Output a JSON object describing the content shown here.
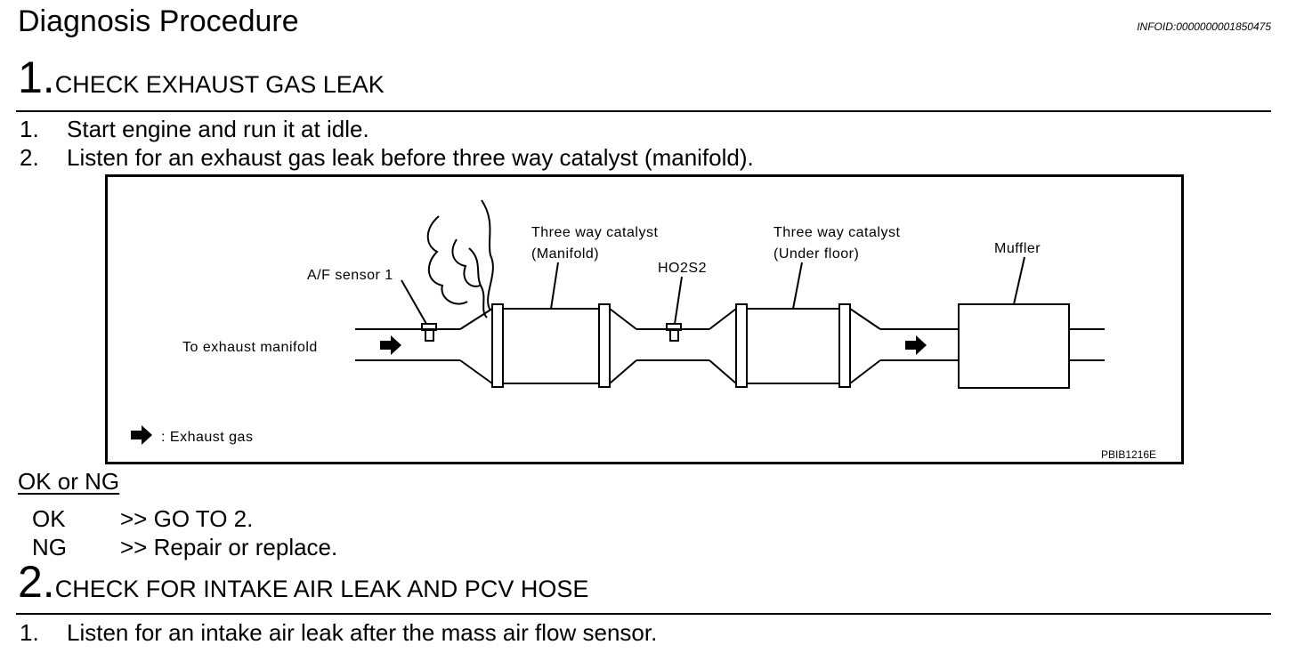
{
  "header": {
    "title": "Diagnosis Procedure",
    "infoid": "INFOID:0000000001850475"
  },
  "step1": {
    "number": "1.",
    "heading": "CHECK EXHAUST GAS LEAK",
    "items": [
      {
        "n": "1.",
        "text": "Start engine and run it at idle."
      },
      {
        "n": "2.",
        "text": "Listen for an exhaust gas leak before three way catalyst (manifold)."
      }
    ]
  },
  "figure": {
    "labels": {
      "af_sensor": "A/F sensor 1",
      "twc_manifold_1": "Three way catalyst",
      "twc_manifold_2": "(Manifold)",
      "ho2s2": "HO2S2",
      "twc_underfloor_1": "Three way catalyst",
      "twc_underfloor_2": "(Under floor)",
      "muffler": "Muffler",
      "to_exhaust_manifold": "To exhaust manifold",
      "legend": ": Exhaust gas",
      "code": "PBIB1216E"
    }
  },
  "okng": {
    "title": "OK or NG",
    "results": [
      {
        "key": "OK",
        "action": ">> GO TO 2."
      },
      {
        "key": "NG",
        "action": ">> Repair or replace."
      }
    ]
  },
  "step2": {
    "number": "2.",
    "heading": "CHECK FOR INTAKE AIR LEAK AND PCV HOSE",
    "items": [
      {
        "n": "1.",
        "text": "Listen for an intake air leak after the mass air flow sensor."
      }
    ]
  }
}
